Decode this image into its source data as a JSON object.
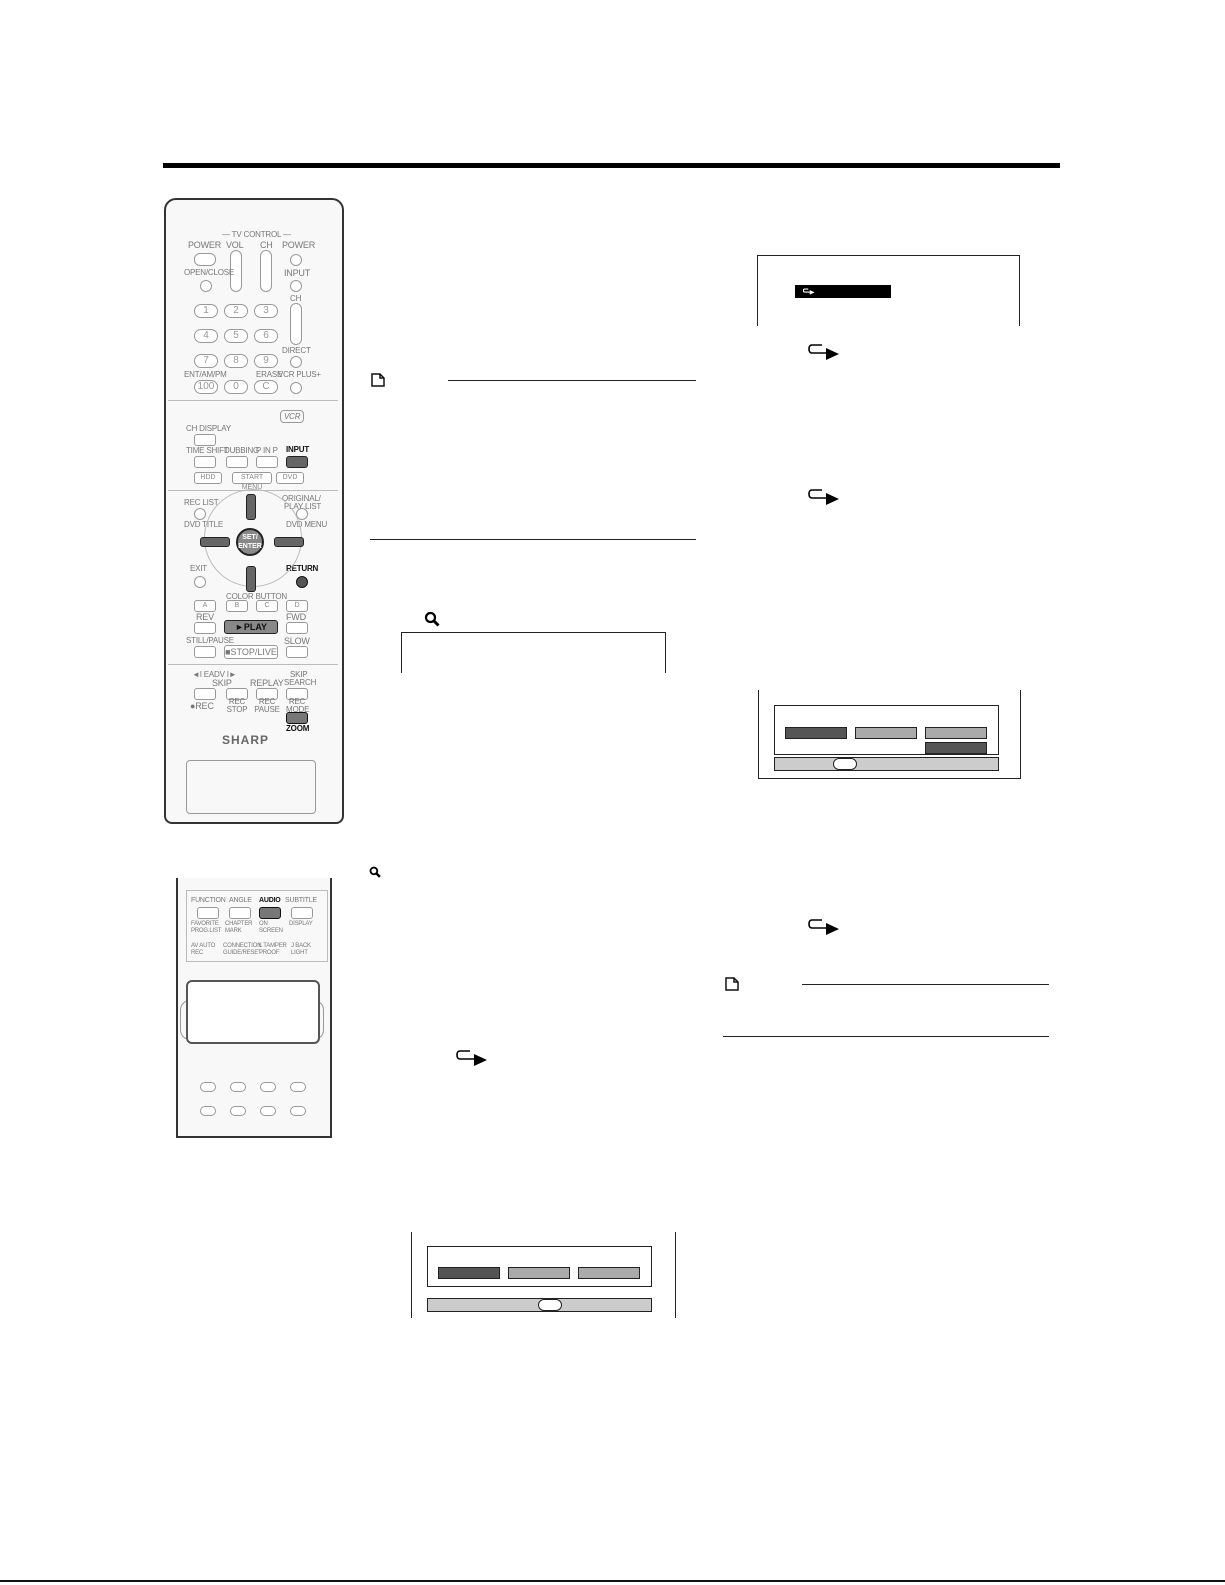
{
  "remote": {
    "tv_control": "— TV CONTROL —",
    "power_left": "POWER",
    "vol": "VOL",
    "ch": "CH",
    "power_right": "POWER",
    "open_close": "OPEN/CLOSE",
    "input_top": "INPUT",
    "ch_small": "CH",
    "num1": "1",
    "num2": "2",
    "num3": "3",
    "num4": "4",
    "num5": "5",
    "num6": "6",
    "num7": "7",
    "num8": "8",
    "num9": "9",
    "num100": "100",
    "num0": "0",
    "numc": "C",
    "direct": "DIRECT",
    "ent": "ENT/AM/PM",
    "erase": "ERASE",
    "vcr_plus": "VCR PLUS+",
    "vcr_logo": "VCR",
    "ch_display": "CH DISPLAY",
    "time_shift": "TIME SHIFT",
    "dubbing": "DUBBING",
    "pinp": "P IN P",
    "input": "INPUT",
    "hdd": "HDD",
    "start_menu": "START MENU",
    "dvd": "DVD",
    "rec_list": "REC LIST",
    "original": "ORIGINAL/",
    "play_list": "PLAY LIST",
    "dvd_title": "DVD TITLE",
    "dvd_menu": "DVD MENU",
    "set_enter": "SET/ ENTER",
    "exit": "EXIT",
    "return": "RETURN",
    "color_button": "COLOR BUTTON",
    "btn_a": "A",
    "btn_b": "B",
    "btn_c": "C",
    "btn_d": "D",
    "rev": "REV",
    "fwd": "FWD",
    "play": "►PLAY",
    "still_pause": "STILL/PAUSE",
    "slow": "SLOW",
    "stop_live": "■STOP/LIVE",
    "skip_top": "◄I EADV I►",
    "skip": "SKIP",
    "replay": "REPLAY",
    "skip_search_1": "SKIP",
    "skip_search_2": "SEARCH",
    "rec": "●REC",
    "rec_stop": "REC STOP",
    "rec_pause": "REC PAUSE",
    "rec_mode": "REC MODE",
    "zoom": "ZOOM",
    "brand": "SHARP"
  },
  "remote_lower": {
    "function": "FUNCTION",
    "angle": "ANGLE",
    "audio": "AUDIO",
    "subtitle": "SUBTITLE",
    "favorite": "FAVORITE PROG.LIST",
    "chapter": "CHAPTER MARK",
    "on_screen": "ON SCREEN",
    "display": "DISPLAY",
    "av_auto": "AV AUTO REC",
    "connection": "CONNECTION GUIDE/RESET",
    "tamper": "L TAMPER PROOF",
    "back_light": "J BACK LIGHT"
  }
}
